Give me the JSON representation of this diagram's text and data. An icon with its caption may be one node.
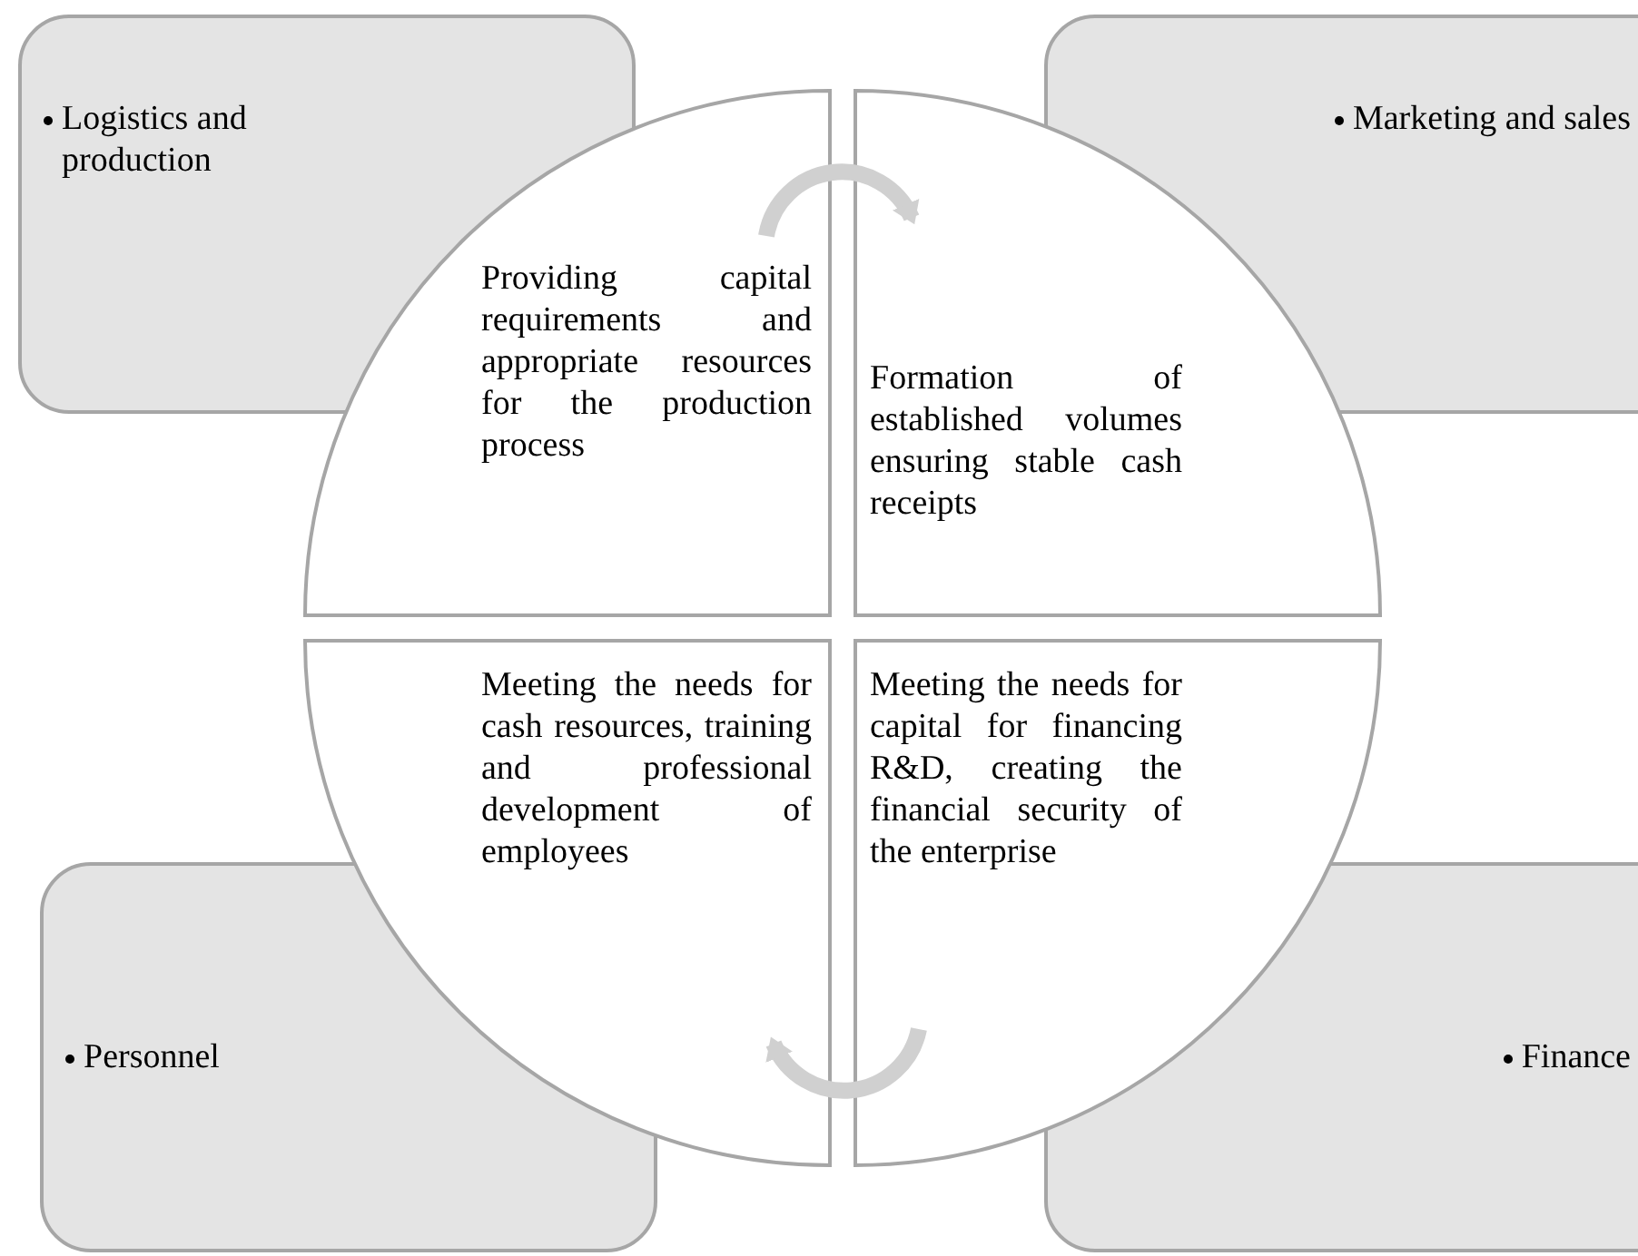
{
  "diagram": {
    "nodes": [
      {
        "text": [
          "Logistics and production"
        ]
      },
      {
        "text": [
          "Marketing and sales"
        ]
      },
      {
        "text": [
          "Providing capital requirements and appropriate resources for the production process"
        ]
      },
      {
        "text": [
          "Formation of established volumes ensuring stable cash receipts"
        ]
      },
      {
        "text": [
          "Meeting the needs for cash resources, training and professional development of employees"
        ]
      },
      {
        "text": [
          "Meeting the needs for capital for financing R&D, creating the financial security of the enterprise"
        ]
      },
      {
        "text": [
          "Personnel"
        ]
      },
      {
        "text": [
          "Finance"
        ]
      }
    ],
    "edges": [
      {
        "from": 2,
        "to": 3,
        "arrow": "to"
      },
      {
        "from": 5,
        "to": 4,
        "arrow": "to"
      }
    ]
  }
}
